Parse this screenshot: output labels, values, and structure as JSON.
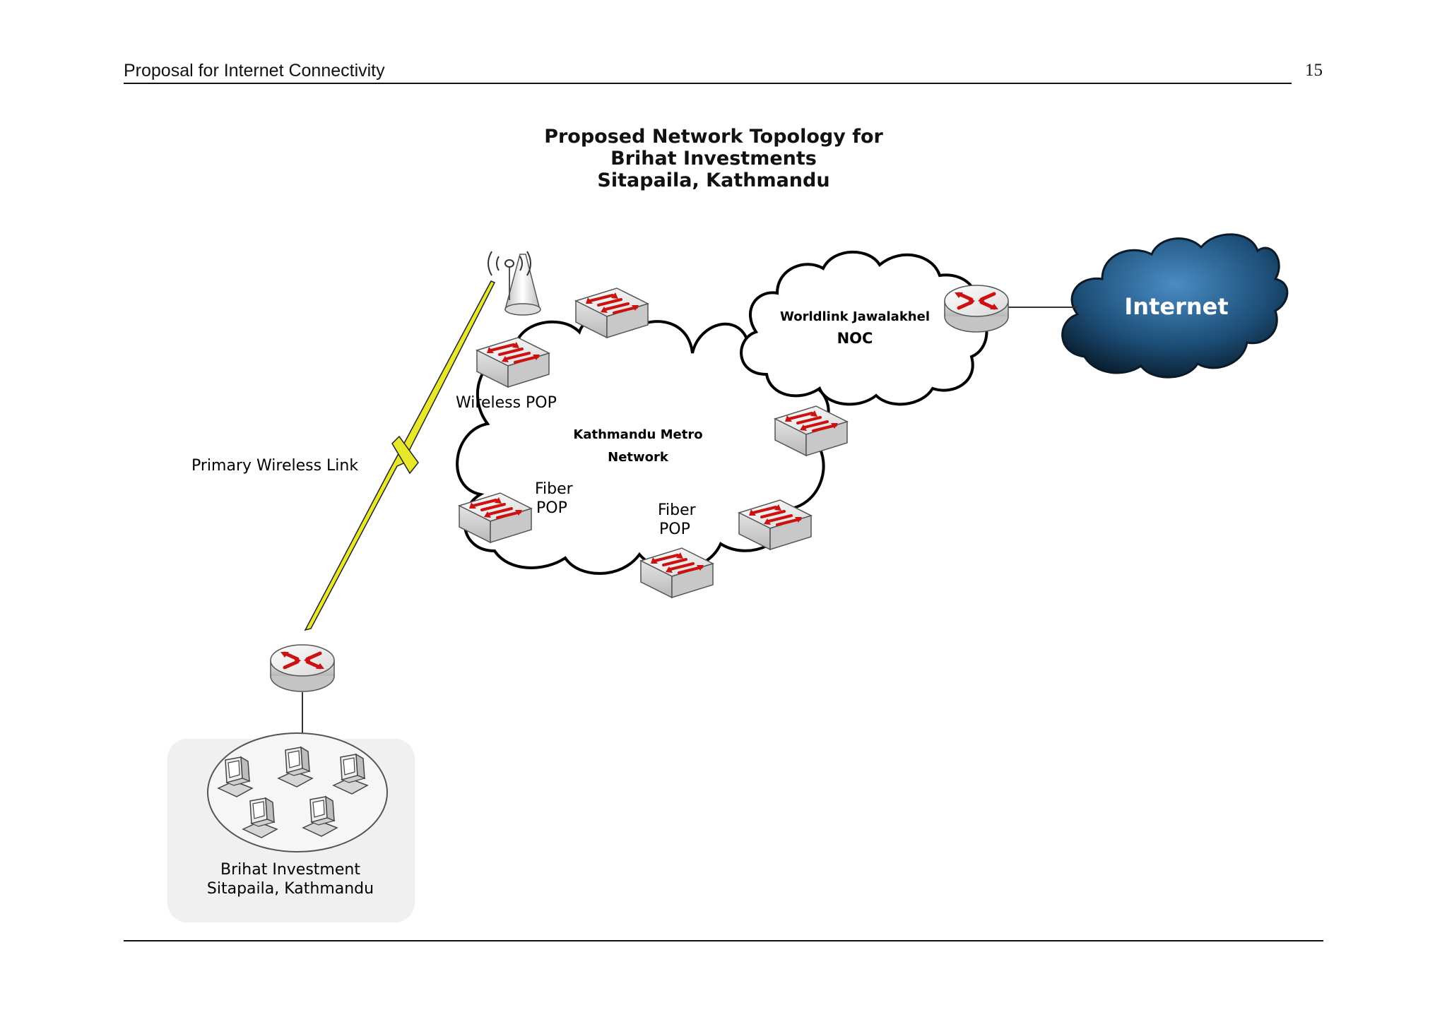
{
  "header": {
    "title": "Proposal for Internet Connectivity",
    "page_number": "15"
  },
  "diagram": {
    "title_lines": [
      "Proposed Network Topology for",
      "Brihat Investments",
      "Sitapaila, Kathmandu"
    ],
    "labels": {
      "metro_network_line1": "Kathmandu Metro",
      "metro_network_line2": "Network",
      "noc_line1": "Worldlink Jawalakhel",
      "noc_line2": "NOC",
      "internet": "Internet",
      "wireless_pop": "Wireless POP",
      "fiber_pop_left_line1": "Fiber",
      "fiber_pop_left_line2": "POP",
      "fiber_pop_bottom_line1": "Fiber",
      "fiber_pop_bottom_line2": "POP",
      "primary_wireless_link": "Primary Wireless Link",
      "client_site_line1": "Brihat Investment",
      "client_site_line2": "Sitapaila, Kathmandu"
    },
    "colors": {
      "lightning": "#e8e82a",
      "router_arrow": "#cc1111",
      "internet_cloud": "#1f5f8f",
      "client_area": "#f0f0f0"
    }
  }
}
